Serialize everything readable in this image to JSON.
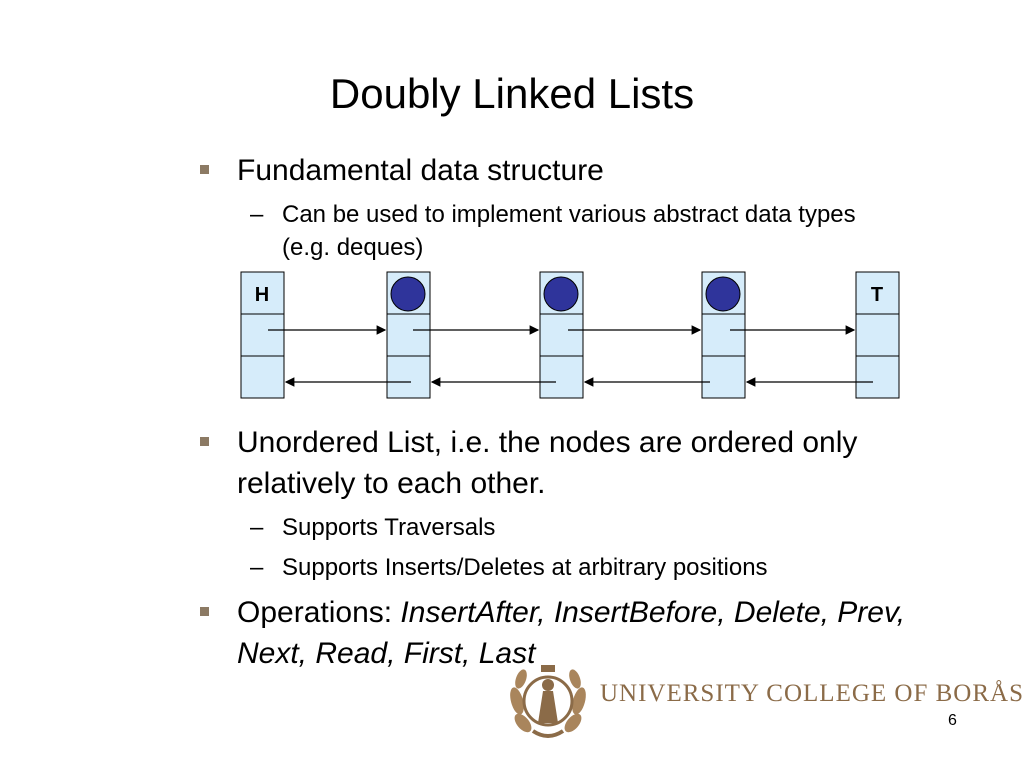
{
  "slide": {
    "title": "Doubly Linked Lists",
    "page_number": "6"
  },
  "bullets": {
    "b1": "Fundamental data structure",
    "b1_sub1_line1": "Can be used to implement various abstract data types",
    "b1_sub1_line2": "(e.g. deques)",
    "b2_line1": "Unordered List, i.e. the nodes are ordered only",
    "b2_line2": "relatively to each other.",
    "b2_sub1": "Supports Traversals",
    "b2_sub2": "Supports Inserts/Deletes at arbitrary positions",
    "b3_prefix": "Operations: ",
    "b3_ops_line1": "InsertAfter, InsertBefore, Delete, Prev,",
    "b3_ops_line2": "Next, Read, First, Last",
    "dash": "–"
  },
  "diagram": {
    "head_label": "H",
    "tail_label": "T",
    "node_fill": "#d6ecfa",
    "dot_color": "#2f349b"
  },
  "footer": {
    "institution": "UNIVERSITY COLLEGE OF BORÅS"
  }
}
